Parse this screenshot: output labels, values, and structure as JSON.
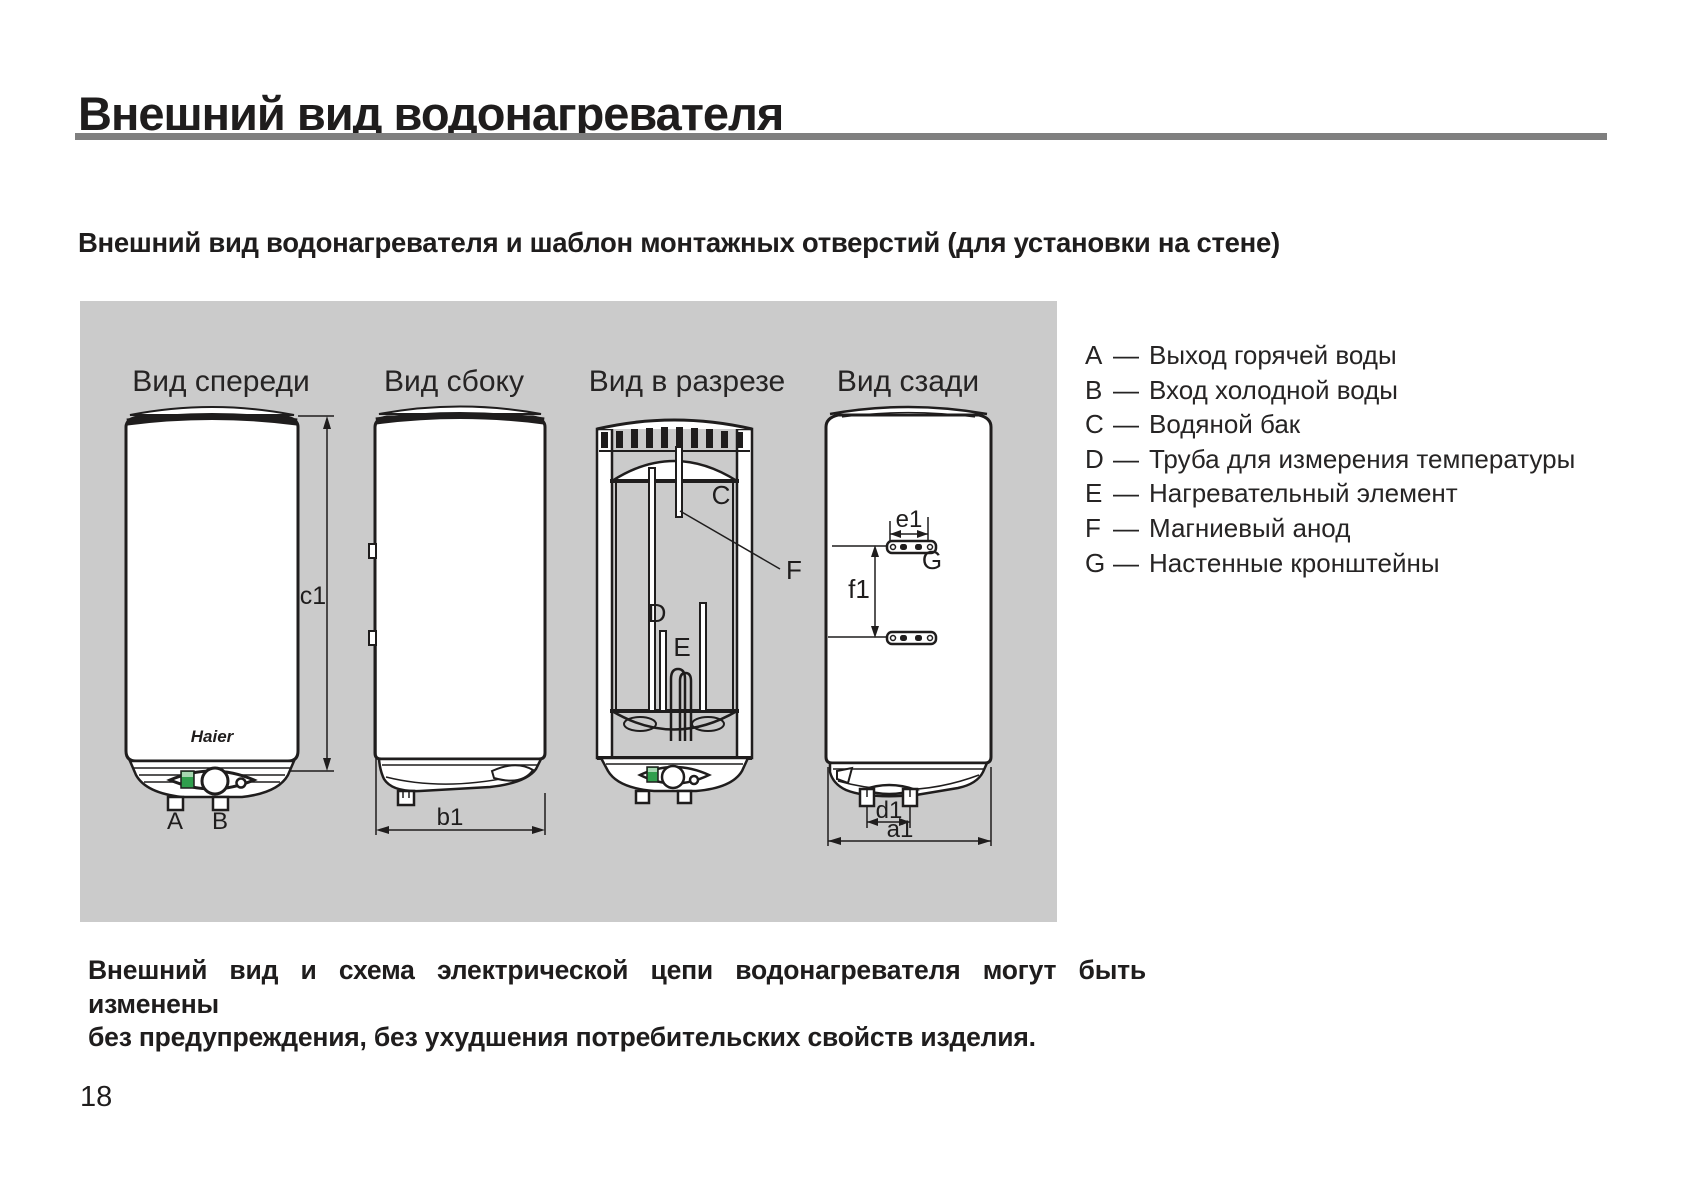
{
  "page": {
    "title": "Внешний вид водонагревателя",
    "subtitle": "Внешний вид водонагревателя и шаблон монтажных отверстий (для установки на стене)",
    "note_line1": "Внешний вид и схема электрической цепи водонагревателя могут быть изменены",
    "note_line2": "без предупреждения, без ухудшения потребительских свойств изделия.",
    "page_number": "18"
  },
  "diagram": {
    "views": [
      {
        "label": "Вид спереди"
      },
      {
        "label": "Вид сбоку"
      },
      {
        "label": "Вид в разрезе"
      },
      {
        "label": "Вид сзади"
      }
    ],
    "brand": "Haier",
    "callouts": {
      "A": "A",
      "B": "B",
      "C": "C",
      "D": "D",
      "E": "E",
      "F": "F",
      "G": "G"
    },
    "dimensions": {
      "c1": "c1",
      "b1": "b1",
      "e1": "e1",
      "f1": "f1",
      "d1": "d1",
      "a1": "a1"
    }
  },
  "legend": {
    "separator": "—",
    "items": [
      {
        "letter": "A",
        "text": "Выход горячей воды"
      },
      {
        "letter": "B",
        "text": "Вход холодной воды"
      },
      {
        "letter": "C",
        "text": "Водяной бак"
      },
      {
        "letter": "D",
        "text": "Труба для измерения температуры"
      },
      {
        "letter": "E",
        "text": "Нагревательный элемент"
      },
      {
        "letter": "F",
        "text": "Магниевый анод"
      },
      {
        "letter": "G",
        "text": "Настенные кронштейны"
      }
    ]
  },
  "colors": {
    "panel_bg": "#cbcbcb",
    "rule_gray": "#7f7f7f",
    "ink": "#1f1d1d",
    "indicator_green": "#2f9e4c"
  }
}
